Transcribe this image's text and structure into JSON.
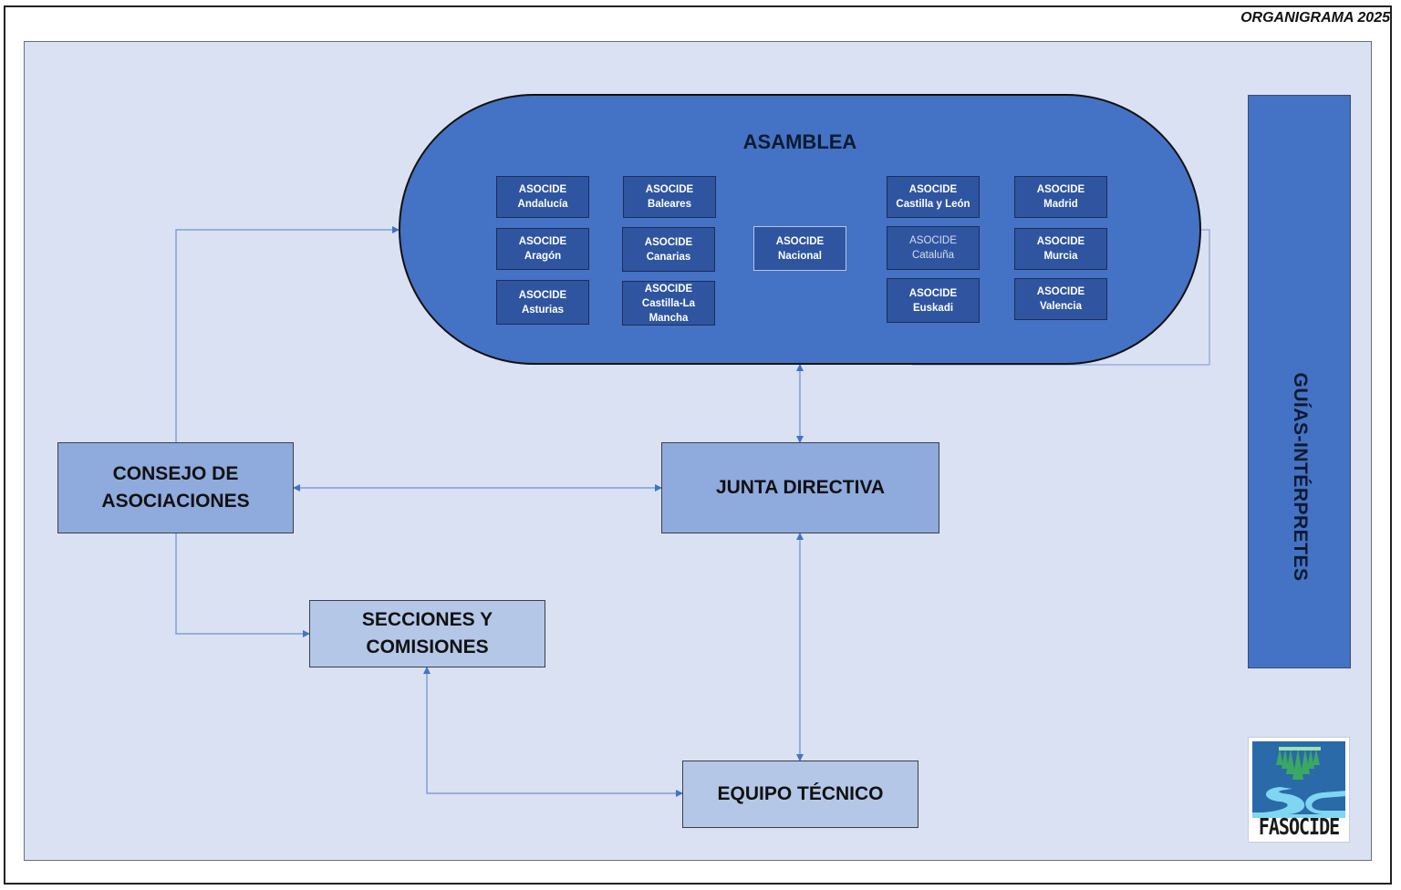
{
  "title": "ORGANIGRAMA 2025",
  "asamblea": {
    "label": "ASAMBLEA",
    "associations": [
      {
        "line1": "ASOCIDE",
        "line2": "Andalucía"
      },
      {
        "line1": "ASOCIDE",
        "line2": "Aragón"
      },
      {
        "line1": "ASOCIDE",
        "line2": "Asturias"
      },
      {
        "line1": "ASOCIDE",
        "line2": "Baleares"
      },
      {
        "line1": "ASOCIDE",
        "line2": "Canarias"
      },
      {
        "line1": "ASOCIDE",
        "line2": "Castilla-La Mancha"
      },
      {
        "line1": "ASOCIDE",
        "line2": "Nacional"
      },
      {
        "line1": "ASOCIDE",
        "line2": "Castilla y León"
      },
      {
        "line1": "ASOCIDE",
        "line2": "Cataluña"
      },
      {
        "line1": "ASOCIDE",
        "line2": "Euskadi"
      },
      {
        "line1": "ASOCIDE",
        "line2": "Madrid"
      },
      {
        "line1": "ASOCIDE",
        "line2": "Murcia"
      },
      {
        "line1": "ASOCIDE",
        "line2": "Valencia"
      }
    ]
  },
  "boxes": {
    "consejo": {
      "line1": "CONSEJO DE",
      "line2": "ASOCIACIONES"
    },
    "junta": {
      "label": "JUNTA DIRECTIVA"
    },
    "secciones": {
      "line1": "SECCIONES Y",
      "line2": "COMISIONES"
    },
    "equipo": {
      "label": "EQUIPO TÉCNICO"
    }
  },
  "guias": {
    "label": "GUÍAS-INTÉRPRETES"
  },
  "logo": {
    "wordmark": "FASOCIDE"
  },
  "colors": {
    "canvas": "#dae1f2",
    "asamblea": "#4472c4",
    "association_box": "#2f55a0",
    "box_mid": "#8faadc",
    "box_pale": "#b4c7e7",
    "connector": "#4472c4"
  }
}
